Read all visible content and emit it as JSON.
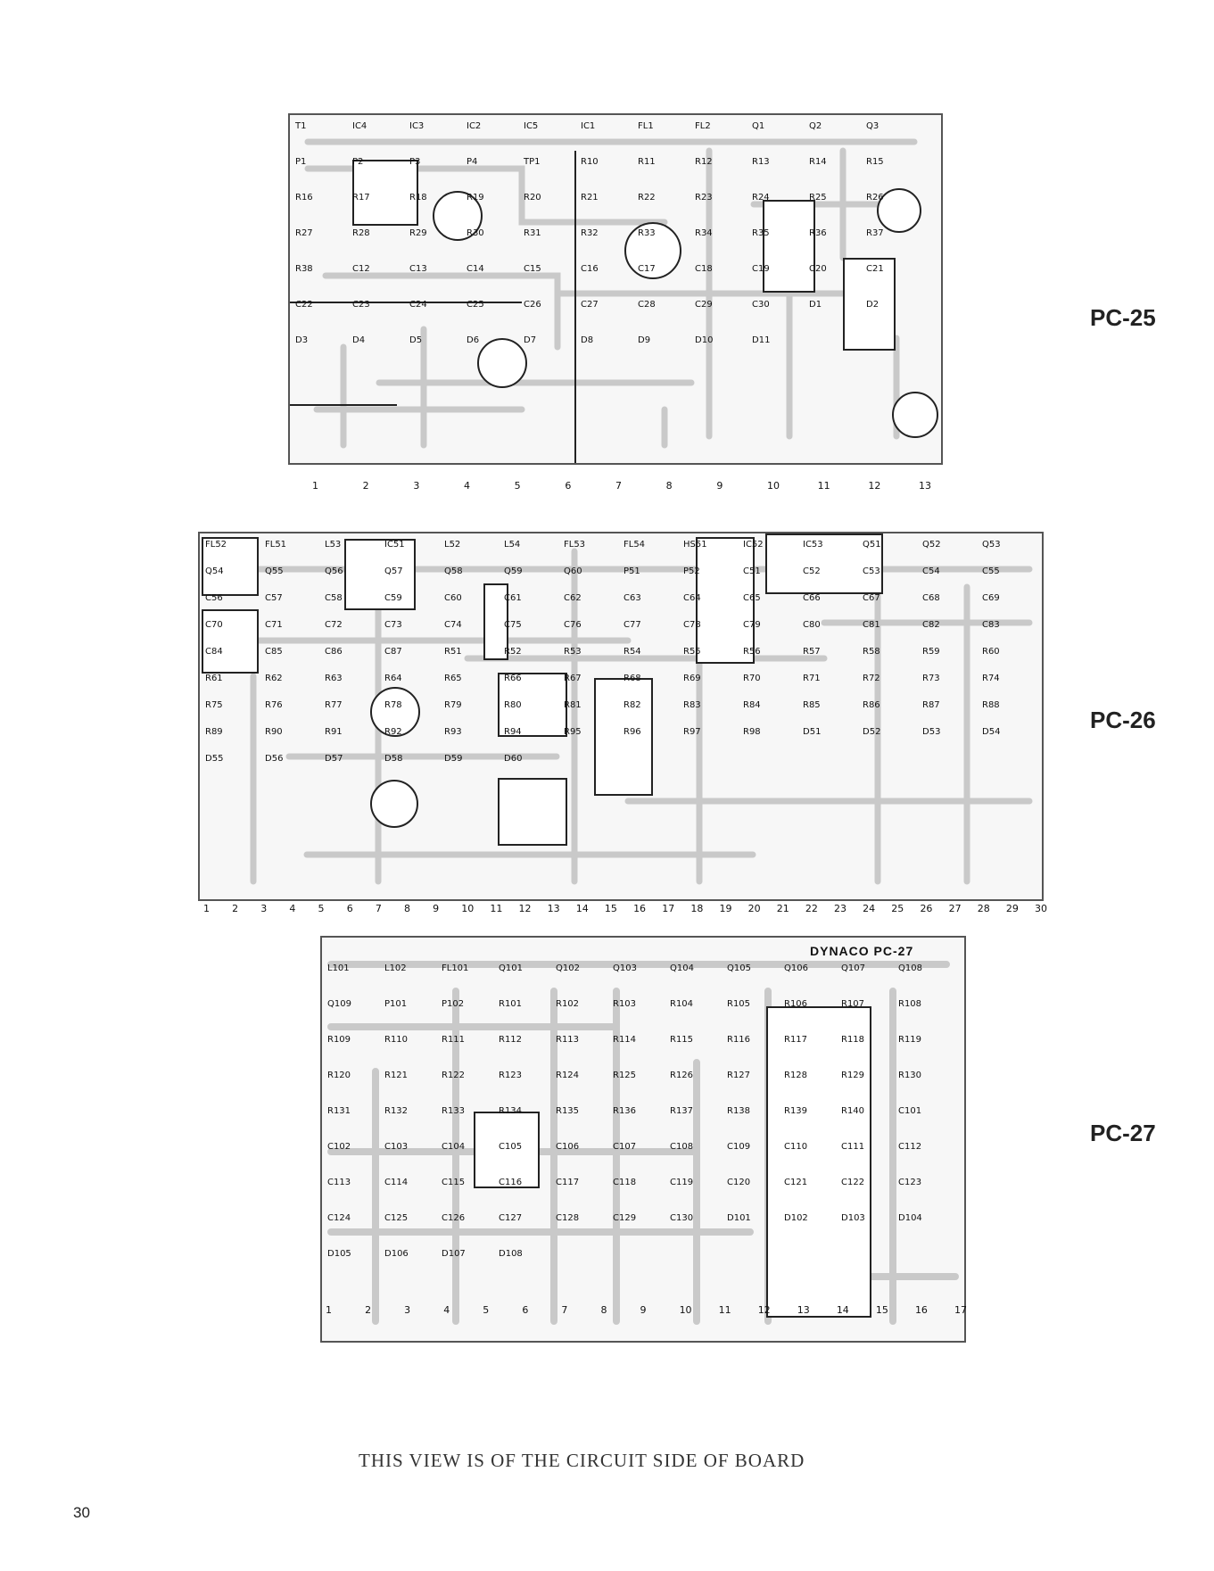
{
  "page_number": "30",
  "caption": "THIS VIEW IS OF THE CIRCUIT SIDE OF BOARD",
  "boards": [
    {
      "id": "pc25",
      "label": "PC-25",
      "components": [
        "T1",
        "IC4",
        "IC3",
        "IC2",
        "IC5",
        "IC1",
        "FL1",
        "FL2",
        "Q1",
        "Q2",
        "Q3",
        "P1",
        "P2",
        "P3",
        "P4",
        "TP1",
        "R10",
        "R11",
        "R12",
        "R13",
        "R14",
        "R15",
        "R16",
        "R17",
        "R18",
        "R19",
        "R20",
        "R21",
        "R22",
        "R23",
        "R24",
        "R25",
        "R26",
        "R27",
        "R28",
        "R29",
        "R30",
        "R31",
        "R32",
        "R33",
        "R34",
        "R35",
        "R36",
        "R37",
        "R38",
        "C12",
        "C13",
        "C14",
        "C15",
        "C16",
        "C17",
        "C18",
        "C19",
        "C20",
        "C21",
        "C22",
        "C23",
        "C24",
        "C25",
        "C26",
        "C27",
        "C28",
        "C29",
        "C30",
        "D1",
        "D2",
        "D3",
        "D4",
        "D5",
        "D6",
        "D7",
        "D8",
        "D9",
        "D10",
        "D11"
      ],
      "pads": [
        "1",
        "2",
        "3",
        "4",
        "5",
        "6",
        "7",
        "8",
        "9",
        "10",
        "11",
        "12",
        "13"
      ]
    },
    {
      "id": "pc26",
      "label": "PC-26",
      "components": [
        "FL52",
        "FL51",
        "L53",
        "IC51",
        "L52",
        "L54",
        "FL53",
        "FL54",
        "HS51",
        "IC52",
        "IC53",
        "Q51",
        "Q52",
        "Q53",
        "Q54",
        "Q55",
        "Q56",
        "Q57",
        "Q58",
        "Q59",
        "Q60",
        "P51",
        "P52",
        "C51",
        "C52",
        "C53",
        "C54",
        "C55",
        "C56",
        "C57",
        "C58",
        "C59",
        "C60",
        "C61",
        "C62",
        "C63",
        "C64",
        "C65",
        "C66",
        "C67",
        "C68",
        "C69",
        "C70",
        "C71",
        "C72",
        "C73",
        "C74",
        "C75",
        "C76",
        "C77",
        "C78",
        "C79",
        "C80",
        "C81",
        "C82",
        "C83",
        "C84",
        "C85",
        "C86",
        "C87",
        "R51",
        "R52",
        "R53",
        "R54",
        "R55",
        "R56",
        "R57",
        "R58",
        "R59",
        "R60",
        "R61",
        "R62",
        "R63",
        "R64",
        "R65",
        "R66",
        "R67",
        "R68",
        "R69",
        "R70",
        "R71",
        "R72",
        "R73",
        "R74",
        "R75",
        "R76",
        "R77",
        "R78",
        "R79",
        "R80",
        "R81",
        "R82",
        "R83",
        "R84",
        "R85",
        "R86",
        "R87",
        "R88",
        "R89",
        "R90",
        "R91",
        "R92",
        "R93",
        "R94",
        "R95",
        "R96",
        "R97",
        "R98",
        "D51",
        "D52",
        "D53",
        "D54",
        "D55",
        "D56",
        "D57",
        "D58",
        "D59",
        "D60"
      ],
      "pads": [
        "1",
        "2",
        "3",
        "4",
        "5",
        "6",
        "7",
        "8",
        "9",
        "10",
        "11",
        "12",
        "13",
        "14",
        "15",
        "16",
        "17",
        "18",
        "19",
        "20",
        "21",
        "22",
        "23",
        "24",
        "25",
        "26",
        "27",
        "28",
        "29",
        "30"
      ]
    },
    {
      "id": "pc27",
      "label": "PC-27",
      "header": "DYNACO PC-27",
      "components": [
        "L101",
        "L102",
        "FL101",
        "Q101",
        "Q102",
        "Q103",
        "Q104",
        "Q105",
        "Q106",
        "Q107",
        "Q108",
        "Q109",
        "P101",
        "P102",
        "R101",
        "R102",
        "R103",
        "R104",
        "R105",
        "R106",
        "R107",
        "R108",
        "R109",
        "R110",
        "R111",
        "R112",
        "R113",
        "R114",
        "R115",
        "R116",
        "R117",
        "R118",
        "R119",
        "R120",
        "R121",
        "R122",
        "R123",
        "R124",
        "R125",
        "R126",
        "R127",
        "R128",
        "R129",
        "R130",
        "R131",
        "R132",
        "R133",
        "R134",
        "R135",
        "R136",
        "R137",
        "R138",
        "R139",
        "R140",
        "C101",
        "C102",
        "C103",
        "C104",
        "C105",
        "C106",
        "C107",
        "C108",
        "C109",
        "C110",
        "C111",
        "C112",
        "C113",
        "C114",
        "C115",
        "C116",
        "C117",
        "C118",
        "C119",
        "C120",
        "C121",
        "C122",
        "C123",
        "C124",
        "C125",
        "C126",
        "C127",
        "C128",
        "C129",
        "C130",
        "D101",
        "D102",
        "D103",
        "D104",
        "D105",
        "D106",
        "D107",
        "D108"
      ],
      "pads": [
        "1",
        "2",
        "3",
        "4",
        "5",
        "6",
        "7",
        "8",
        "9",
        "10",
        "11",
        "12",
        "13",
        "14",
        "15",
        "16",
        "17"
      ]
    }
  ]
}
